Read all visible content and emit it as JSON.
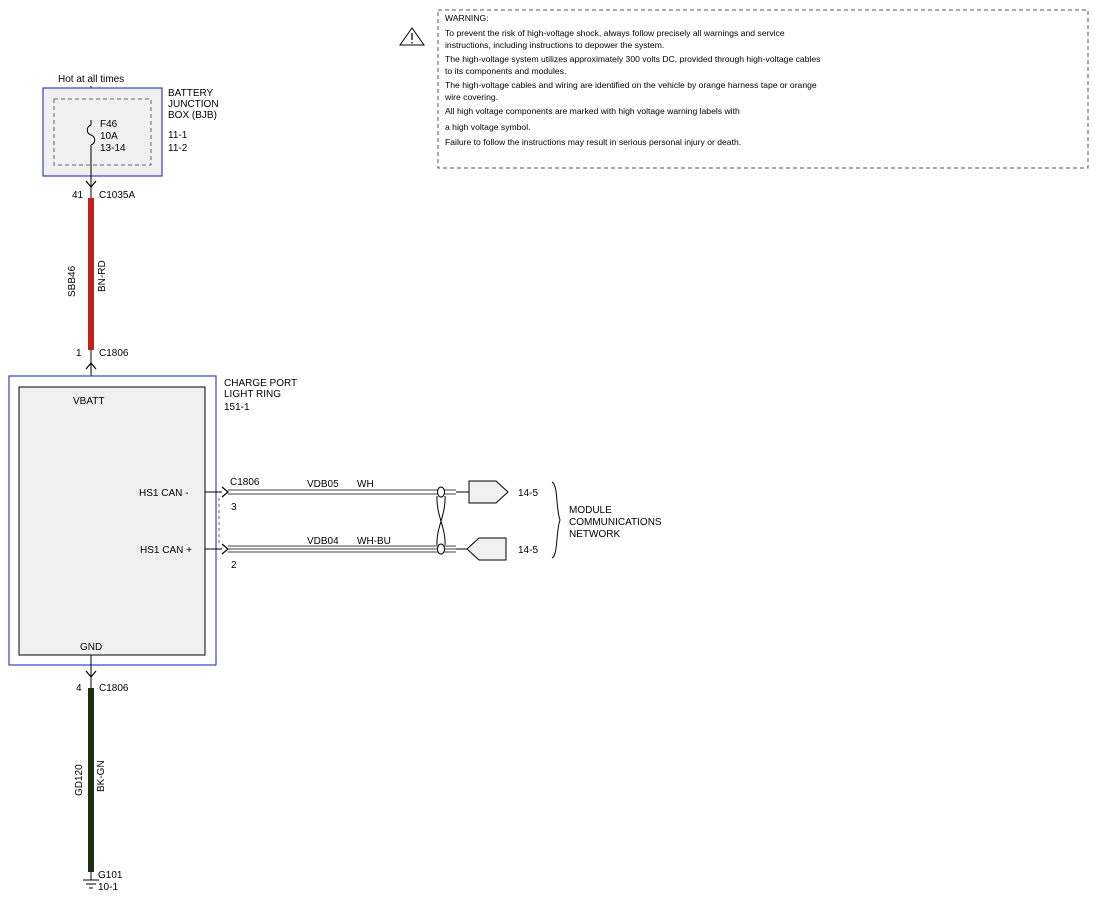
{
  "warning": {
    "title": "WARNING:",
    "lines": [
      "To prevent the risk of high-voltage shock, always follow precisely all warnings and service",
      "instructions, including instructions to depower the system.",
      "The high-voltage system utilizes approximately 300 volts DC, provided through high-voltage cables",
      "to its components and modules.",
      "The high-voltage cables and wiring are identified on the vehicle by orange harness tape or orange",
      "wire covering.",
      "All high voltage components are marked with high voltage warning labels with",
      "a high voltage symbol.",
      "Failure to follow the instructions may result in serious personal injury or death."
    ],
    "icon": "caution-triangle-icon"
  },
  "power": {
    "label": "Hot at all times",
    "bjb": {
      "name_lines": [
        "BATTERY",
        "JUNCTION",
        "BOX (BJB)"
      ],
      "fuse_id": "F46",
      "fuse_rating": "10A",
      "fuse_pins": "13-14",
      "refs": [
        "11-1",
        "11-2"
      ]
    },
    "connector_top": {
      "pin": "41",
      "name": "C1035A"
    },
    "wire": {
      "circuit": "SBB46",
      "color_code": "BN-RD",
      "color": "#c0201e"
    },
    "connector_bottom": {
      "pin": "1",
      "name": "C1806"
    }
  },
  "module": {
    "name_lines": [
      "CHARGE PORT",
      "LIGHT RING",
      "151-1"
    ],
    "pins": {
      "vbatt": "VBATT",
      "can_low": "HS1 CAN -",
      "can_high": "HS1 CAN +",
      "gnd": "GND"
    }
  },
  "can": {
    "connector": "C1806",
    "low": {
      "pin": "3",
      "circuit": "VDB05",
      "color_code": "WH",
      "ref": "14-5"
    },
    "high": {
      "pin": "2",
      "circuit": "VDB04",
      "color_code": "WH-BU",
      "ref": "14-5"
    },
    "network_lines": [
      "MODULE",
      "COMMUNICATIONS",
      "NETWORK"
    ]
  },
  "ground": {
    "connector": {
      "pin": "4",
      "name": "C1806"
    },
    "wire": {
      "circuit": "GD120",
      "color_code": "BK-GN",
      "color": "#1d2e12"
    },
    "ground_point": "G101",
    "ref": "10-1"
  }
}
